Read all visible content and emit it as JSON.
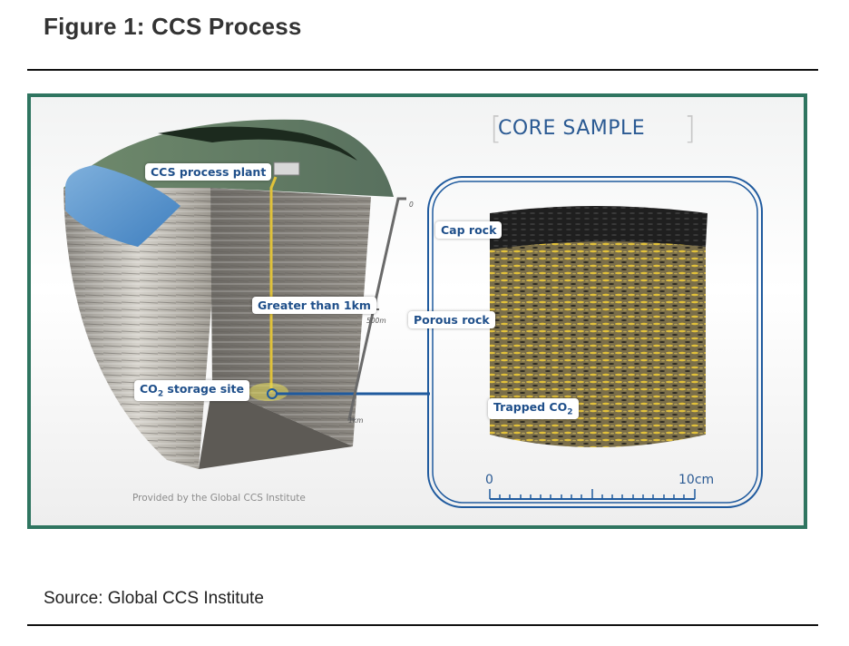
{
  "figure": {
    "title": "Figure 1: CCS Process",
    "source": "Source: Global CCS Institute"
  },
  "illustration": {
    "credit": "Provided by the Global CCS Institute",
    "frame_color": "#2f7560",
    "label_color": "#1f4f8a",
    "left_section": {
      "labels": {
        "plant": "CCS process plant",
        "depth": "Greater than 1km",
        "storage_prefix": "CO",
        "storage_sub": "2",
        "storage_suffix": " storage site"
      },
      "depth_scale": [
        "0",
        "500m",
        "1km"
      ]
    },
    "core_sample": {
      "title": "CORE SAMPLE",
      "bracket_open": "[",
      "bracket_close": "]",
      "labels": {
        "cap": "Cap rock",
        "porous": "Porous rock",
        "trapped_prefix": "Trapped CO",
        "trapped_sub": "2"
      },
      "scale": {
        "start": "0",
        "end": "10cm"
      }
    }
  }
}
